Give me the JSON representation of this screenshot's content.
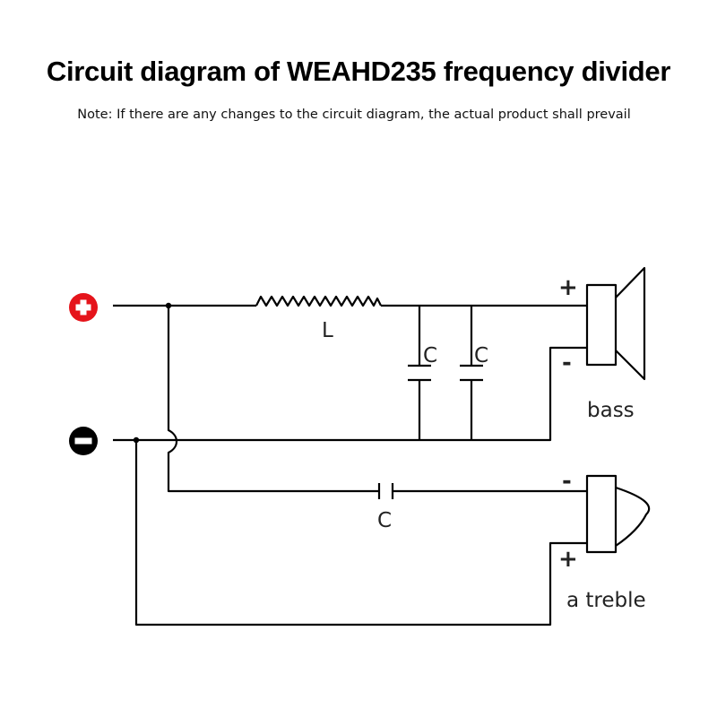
{
  "title": "Circuit diagram of WEAHD235 frequency divider",
  "note": "Note: If there are any changes to the circuit diagram, the actual product shall prevail",
  "terminals": {
    "positive": {
      "icon": "plus-circle-icon",
      "color": "#e5141b"
    },
    "negative": {
      "icon": "minus-circle-icon",
      "color": "#000000"
    }
  },
  "components": {
    "inductor": {
      "label": "L"
    },
    "capacitor_bass_1": {
      "label": "C"
    },
    "capacitor_bass_2": {
      "label": "C"
    },
    "capacitor_treble": {
      "label": "C"
    }
  },
  "speakers": {
    "bass": {
      "label": "bass",
      "plus": "+",
      "minus": "-"
    },
    "treble": {
      "label": "a treble",
      "plus": "+",
      "minus": "-"
    }
  },
  "colors": {
    "wire": "#000000",
    "accent": "#e5141b"
  }
}
